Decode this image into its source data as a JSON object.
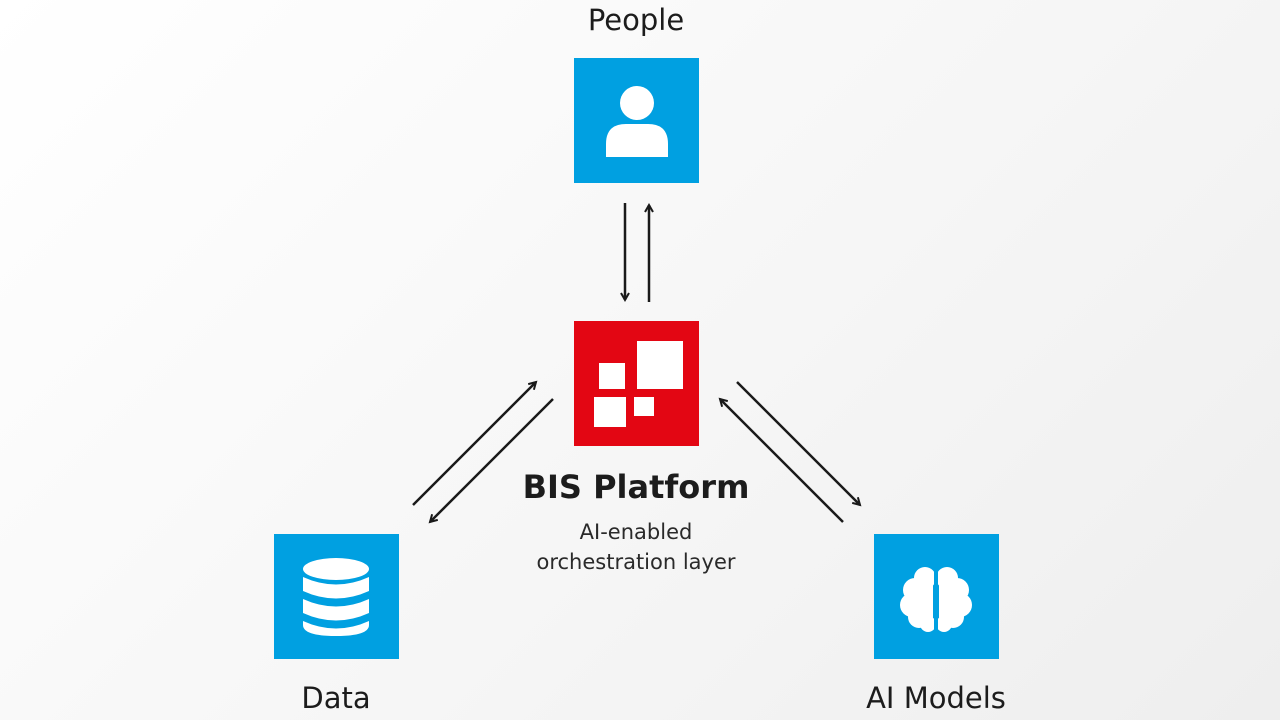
{
  "nodes": {
    "people": {
      "label": "People",
      "icon": "person-icon",
      "color": "#00A0E1"
    },
    "platform": {
      "title": "BIS Platform",
      "subtitle_line1": "AI-enabled",
      "subtitle_line2": "orchestration layer",
      "icon": "bis-logo-icon",
      "color": "#E30613"
    },
    "data": {
      "label": "Data",
      "icon": "database-icon",
      "color": "#00A0E1"
    },
    "ai_models": {
      "label": "AI Models",
      "icon": "brain-icon",
      "color": "#00A0E1"
    }
  },
  "connections": [
    {
      "from": "people",
      "to": "platform",
      "bidirectional": true
    },
    {
      "from": "platform",
      "to": "data",
      "bidirectional": true
    },
    {
      "from": "platform",
      "to": "ai_models",
      "bidirectional": true
    }
  ]
}
